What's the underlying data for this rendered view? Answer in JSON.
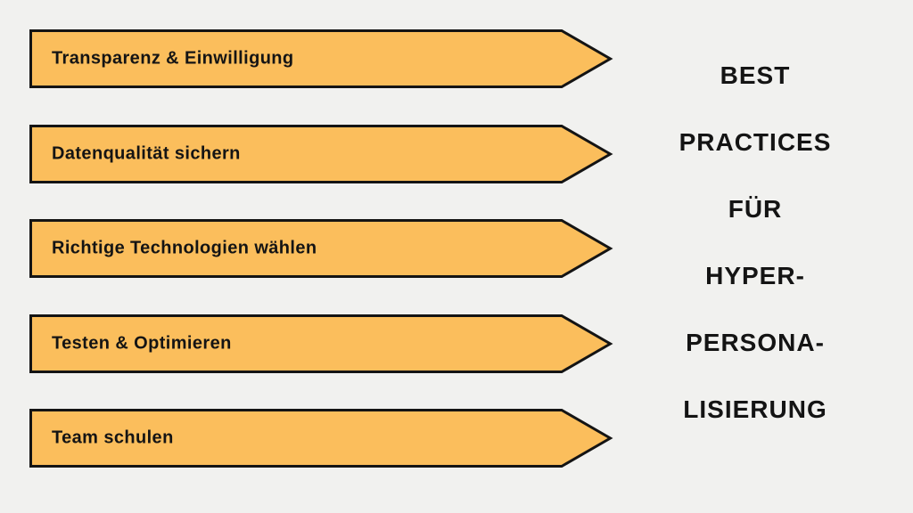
{
  "title": {
    "lines": [
      "BEST",
      "PRACTICES",
      "FÜR",
      "HYPER-",
      "PERSONA-",
      "LISIERUNG"
    ]
  },
  "banners": [
    {
      "label": "Transparenz & Einwilligung"
    },
    {
      "label": "Datenqualität sichern"
    },
    {
      "label": "Richtige Technologien wählen"
    },
    {
      "label": "Testen & Optimieren"
    },
    {
      "label": "Team schulen"
    }
  ],
  "colors": {
    "background": "#F1F1EF",
    "arrow_fill": "#FBBE5C",
    "arrow_border": "#141414",
    "text": "#141414"
  }
}
